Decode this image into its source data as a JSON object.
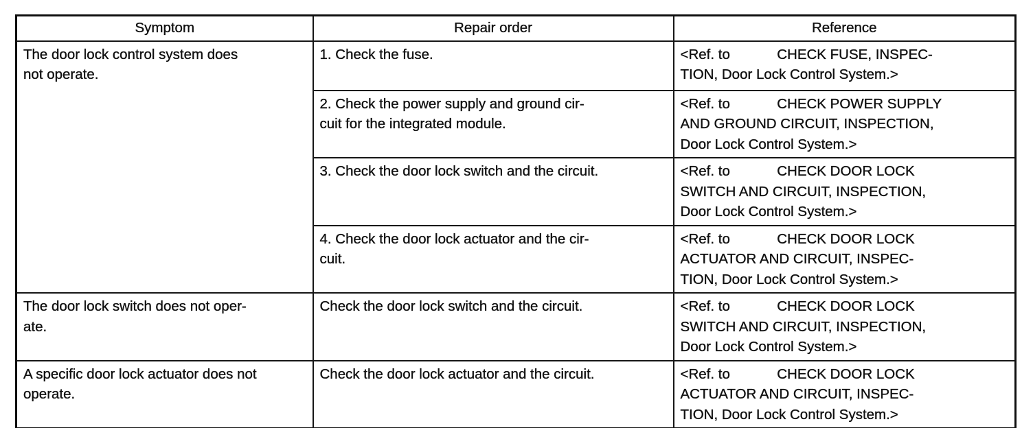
{
  "table": {
    "headers": {
      "symptom": "Symptom",
      "repair_order": "Repair order",
      "reference": "Reference"
    },
    "rows": [
      {
        "symptom": "The door lock control system does\nnot operate.",
        "steps": [
          {
            "repair": "1. Check the fuse.",
            "reference": "<Ref. to            CHECK FUSE, INSPEC-\nTION, Door Lock Control System.>"
          },
          {
            "repair": "2. Check the power supply and ground cir-\ncuit for the integrated module.",
            "reference": "<Ref. to            CHECK POWER SUPPLY\nAND GROUND CIRCUIT, INSPECTION,\nDoor Lock Control System.>"
          },
          {
            "repair": "3. Check the door lock switch and the circuit.",
            "reference": "<Ref. to            CHECK DOOR LOCK\nSWITCH AND CIRCUIT, INSPECTION,\nDoor Lock Control System.>"
          },
          {
            "repair": "4. Check the door lock actuator and the cir-\ncuit.",
            "reference": "<Ref. to            CHECK DOOR LOCK\nACTUATOR AND CIRCUIT, INSPEC-\nTION, Door Lock Control System.>"
          }
        ]
      },
      {
        "symptom": "The door lock switch does not oper-\nate.",
        "steps": [
          {
            "repair": "Check the door lock switch and the circuit.",
            "reference": "<Ref. to            CHECK DOOR LOCK\nSWITCH AND CIRCUIT, INSPECTION,\nDoor Lock Control System.>"
          }
        ]
      },
      {
        "symptom": "A specific door lock actuator does not\noperate.",
        "steps": [
          {
            "repair": "Check the door lock actuator and the circuit.",
            "reference": "<Ref. to            CHECK DOOR LOCK\nACTUATOR AND CIRCUIT, INSPEC-\nTION, Door Lock Control System.>"
          }
        ]
      }
    ]
  }
}
